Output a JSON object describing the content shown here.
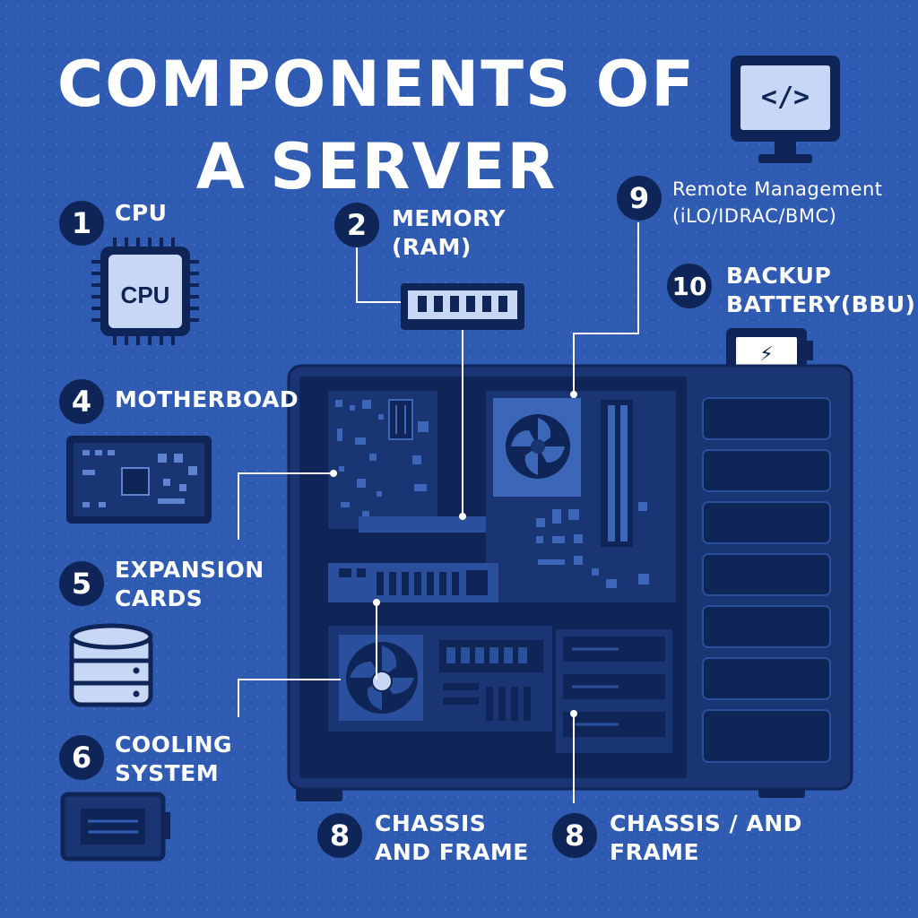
{
  "title": {
    "line1": "COMPONENTS OF",
    "line2": "A SERVER"
  },
  "components": [
    {
      "number": "1",
      "lines": [
        "CPU"
      ]
    },
    {
      "number": "2",
      "lines": [
        "MEMORY",
        "(RAM)"
      ]
    },
    {
      "number": "4",
      "lines": [
        "MOTHERBOAD"
      ]
    },
    {
      "number": "5",
      "lines": [
        "EXPANSION",
        "CARDS"
      ]
    },
    {
      "number": "6",
      "lines": [
        "COOLING",
        "SYSTEM"
      ]
    },
    {
      "number": "8",
      "lines": [
        "CHASSIS",
        "AND FRAME"
      ]
    },
    {
      "number": "8",
      "lines": [
        "CHASSIS / AND",
        "FRAME"
      ]
    },
    {
      "number": "9",
      "lines": [
        "Remote Management",
        "(iLO/IDRAC/BMC)"
      ]
    },
    {
      "number": "10",
      "lines": [
        "BACKUP",
        "BATTERY(BBU)"
      ]
    }
  ],
  "icons": {
    "cpu_chip": "CPU",
    "monitor_code": "</>",
    "battery_bolt": "⚡"
  },
  "colors": {
    "background": "#2f5bb3",
    "badge": "#0f2557",
    "chassis": "#1a3573",
    "icon_fill": "#c7d7f5",
    "outline": "#0f2557"
  }
}
